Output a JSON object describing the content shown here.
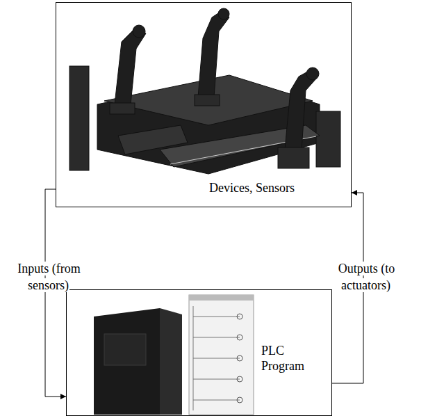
{
  "diagram": {
    "nodes": [
      {
        "text": [
          "Devices, Sensors"
        ]
      },
      {
        "text": [
          "PLC Program"
        ]
      }
    ],
    "edges": [
      {
        "from": 0,
        "to": 1,
        "arrow": "to",
        "label": "Inputs (from sensors)"
      },
      {
        "from": 1,
        "to": 0,
        "arrow": "to",
        "label": "Outputs (to actuators)"
      }
    ]
  }
}
